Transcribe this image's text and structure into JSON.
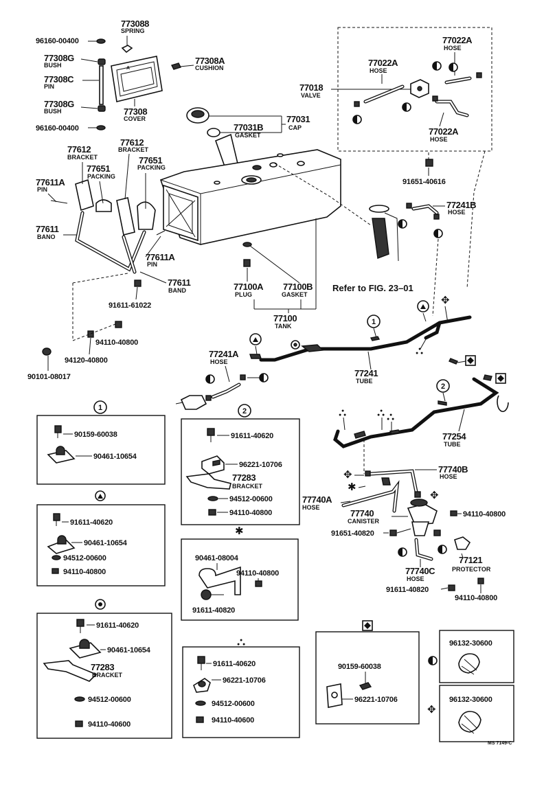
{
  "parts": {
    "p773088": {
      "num": "773088",
      "desc": "SPRING"
    },
    "p96160_top": {
      "num": "96160-00400"
    },
    "p77308g_a": {
      "num": "77308G",
      "desc": "BUSH"
    },
    "p77308c": {
      "num": "77308C",
      "desc": "PIN"
    },
    "p77308g_b": {
      "num": "77308G",
      "desc": "BUSH"
    },
    "p96160_bot": {
      "num": "96160-00400"
    },
    "p77308a": {
      "num": "77308A",
      "desc": "CUSHION"
    },
    "p77308": {
      "num": "77308",
      "desc": "COVER"
    },
    "p77031": {
      "num": "77031",
      "desc": "CAP"
    },
    "p77031b": {
      "num": "77031B",
      "desc": "GASKET"
    },
    "p77612_a": {
      "num": "77612",
      "desc": "BRACKET"
    },
    "p77612_b": {
      "num": "77612",
      "desc": "BRACKET"
    },
    "p77651_a": {
      "num": "77651",
      "desc": "PACKING"
    },
    "p77651_b": {
      "num": "77651",
      "desc": "PACKING"
    },
    "p77611a_a": {
      "num": "77611A",
      "desc": "PIN"
    },
    "p77611_a": {
      "num": "77611",
      "desc": "BANO"
    },
    "p77611a_b": {
      "num": "77611A",
      "desc": "PIN"
    },
    "p77611_b": {
      "num": "77611",
      "desc": "BAND"
    },
    "p91611_61022": {
      "num": "91611-61022"
    },
    "p94110_40800_a": {
      "num": "94110-40800"
    },
    "p94120_40800": {
      "num": "94120-40800"
    },
    "p90101_08017": {
      "num": "90101-08017"
    },
    "p77100a": {
      "num": "77100A",
      "desc": "PLUG"
    },
    "p77100b": {
      "num": "77100B",
      "desc": "GASKET"
    },
    "p77100": {
      "num": "77100",
      "desc": "TANK"
    },
    "p77018": {
      "num": "77018",
      "desc": "VALVE"
    },
    "p77022a_1": {
      "num": "77022A",
      "desc": "HOSE"
    },
    "p77022a_2": {
      "num": "77022A",
      "desc": "HOSE"
    },
    "p77022a_3": {
      "num": "77022A",
      "desc": "HOSE"
    },
    "p91651_40616": {
      "num": "91651-40616"
    },
    "p77241b": {
      "num": "77241B",
      "desc": "HOSE"
    },
    "p77241a": {
      "num": "77241A",
      "desc": "HOSE"
    },
    "p77241": {
      "num": "77241",
      "desc": "TUBE"
    },
    "p77254": {
      "num": "77254",
      "desc": "TUBE"
    },
    "p77740b": {
      "num": "77740B",
      "desc": "HOSE"
    },
    "p77740a": {
      "num": "77740A",
      "desc": "HOSE"
    },
    "p77740": {
      "num": "77740",
      "desc": "CANISTER"
    },
    "p94110_40800_c": {
      "num": "94110-40800"
    },
    "p91651_40820": {
      "num": "91651-40820"
    },
    "p77121": {
      "num": "77121",
      "desc": "PROTECTOR"
    },
    "p77740c": {
      "num": "77740C",
      "desc": "HOSE"
    },
    "p91611_40820_b": {
      "num": "91611-40820"
    },
    "p94110_40800_d": {
      "num": "94110-40800"
    }
  },
  "reference": "Refer to FIG. 23–01",
  "detail_boxes": {
    "box1": {
      "marker": "1",
      "items": [
        "90159-60038",
        "90461-10654"
      ]
    },
    "box2": {
      "marker": "2",
      "items": [
        "91611-40620",
        "96221-10706",
        "94512-00600",
        "94110-40800"
      ],
      "bracket": {
        "num": "77283",
        "desc": "BRACKET"
      }
    },
    "box_tri": {
      "items": [
        "91611-40620",
        "90461-10654",
        "94512-00600",
        "94110-40800"
      ]
    },
    "box_star": {
      "items": [
        "90461-08004",
        "94110-40800",
        "91611-40820"
      ]
    },
    "box_circle": {
      "items": [
        "91611-40620",
        "90461-10654",
        "94512-00600",
        "94110-40600"
      ],
      "bracket": {
        "num": "77283",
        "desc": "BRACKET"
      }
    },
    "box_dots": {
      "items": [
        "91611-40620",
        "96221-10706",
        "94512-00600",
        "94110-40600"
      ]
    },
    "box_diamond": {
      "items": [
        "90159-60038",
        "96221-10706"
      ]
    },
    "box_clip1": {
      "items": [
        "96132-30600"
      ]
    },
    "box_clip2": {
      "items": [
        "96132-30600"
      ]
    }
  },
  "code": "MS 7149-C"
}
